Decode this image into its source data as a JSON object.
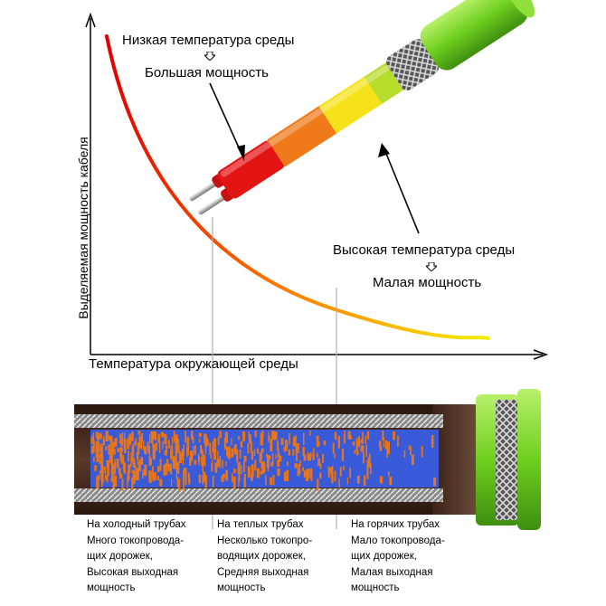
{
  "graph": {
    "y_axis_label": "Выделяемая мощность кабеля",
    "x_axis_label": "Температура окружающей среды",
    "low_temp": {
      "condition": "Низкая температура среды",
      "result": "Большая мощность"
    },
    "high_temp": {
      "condition": "Высокая температура среды",
      "result": "Малая мощность"
    }
  },
  "cross_section_notes": [
    {
      "lines": [
        "На холодный трубах",
        "Много токопровода-",
        "щих дорожек,",
        "Высокая выходная",
        "мощность"
      ]
    },
    {
      "lines": [
        "На теплых трубах",
        "Несколько токопро-",
        "водящих дорожек,",
        "Средняя выходная",
        "мощность"
      ]
    },
    {
      "lines": [
        "На горячих трубах",
        "Мало токопровода-",
        "щих дорожек,",
        "Малая выходная",
        "мощность"
      ]
    }
  ],
  "colors": {
    "curve_start": "#e00000",
    "curve_mid": "#ff8a00",
    "curve_end": "#f2ee00",
    "jacket_green": "#7ed321",
    "core_blue": "#3a5bd9",
    "core_orange": "#e8751a",
    "braid": "#6b6b6b",
    "outer_brown": "#3b2318"
  }
}
